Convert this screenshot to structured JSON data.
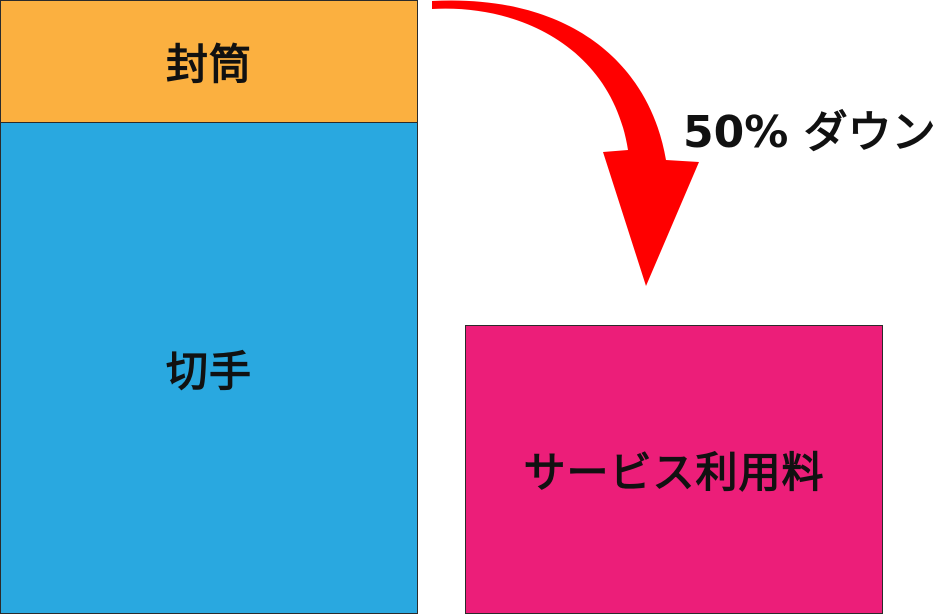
{
  "boxes": {
    "envelope": {
      "label": "封筒",
      "color": "#FBB040"
    },
    "stamp": {
      "label": "切手",
      "color": "#29A8E0"
    },
    "service_fee": {
      "label": "サービス利用料",
      "color": "#EC1E79"
    }
  },
  "annotation": {
    "discount_label": "50% ダウン",
    "arrow_color": "#FF0000"
  }
}
